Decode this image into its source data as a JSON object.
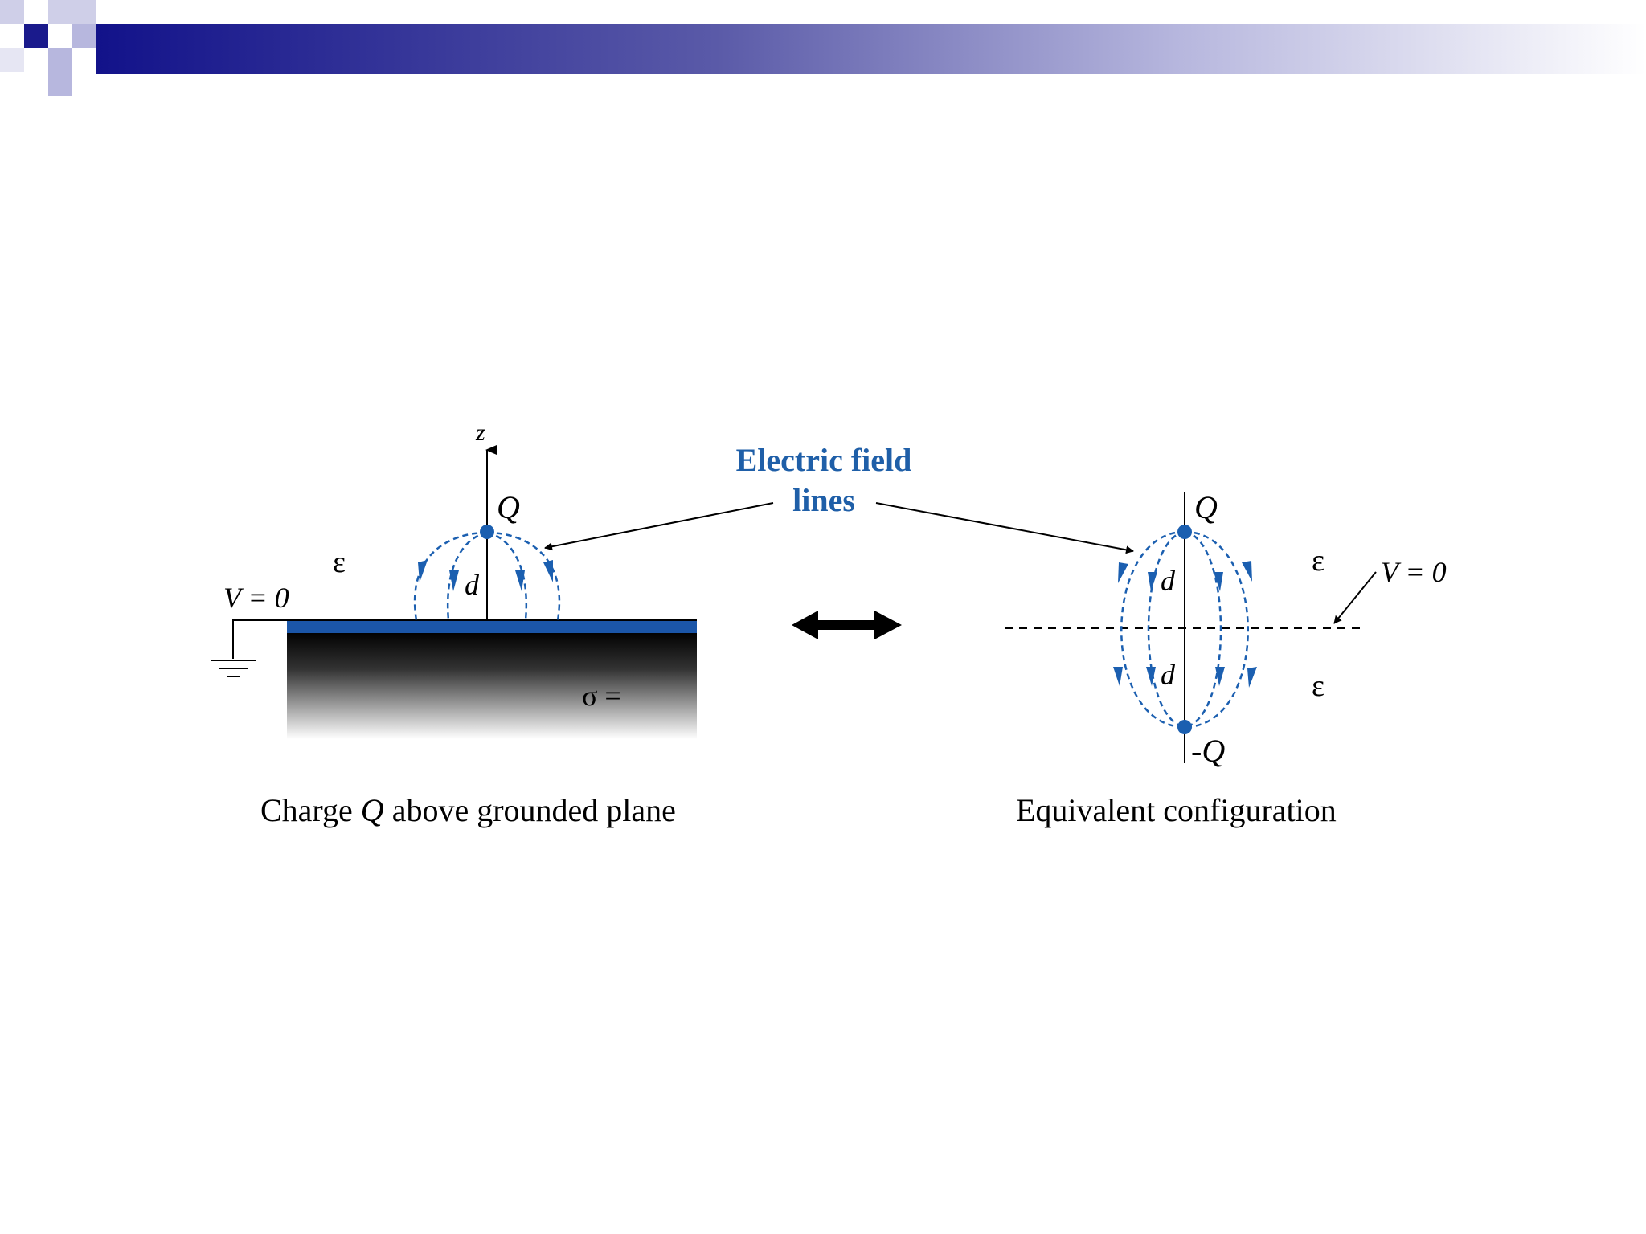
{
  "colors": {
    "header_dark": "#12128a",
    "header_light": "#ffffff",
    "square_light": "#b7b7de",
    "square_dark": "#1a1a8c",
    "field_blue": "#1b5fb0",
    "plane_blue": "#1b56a8"
  },
  "left": {
    "axis_label": "z",
    "charge_label": "Q",
    "distance_label": "d",
    "epsilon": "ε",
    "potential_label": "V = 0",
    "sigma_label": "σ =",
    "caption_pre": "Charge ",
    "caption_q": "Q",
    "caption_post": " above grounded plane"
  },
  "callout": {
    "line1": "Electric field",
    "line2": "lines"
  },
  "right": {
    "charge_top": "Q",
    "charge_bottom": "-Q",
    "distance_top": "d",
    "distance_bottom": "d",
    "epsilon_top": "ε",
    "epsilon_bottom": "ε",
    "potential_label": "V = 0",
    "caption": "Equivalent configuration"
  },
  "icons": {
    "equivalence": "double-arrow-icon",
    "ground": "ground-icon"
  }
}
